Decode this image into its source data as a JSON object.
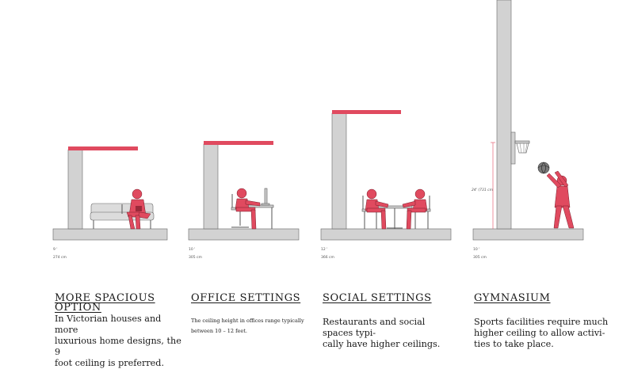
{
  "colors": {
    "accent": "#e04a5f",
    "wall": "#d2d2d2",
    "wall_stroke": "#666666",
    "sofa": "#dcdcdc",
    "figure": "#e04a5f",
    "figure_stroke": "#7a1f2c"
  },
  "panels": [
    {
      "id": "home",
      "height_ft": "9 '",
      "height_cm": "274 cm",
      "heading": "More spacious option",
      "heading_line1": "More spacious",
      "heading_line2": "option",
      "description": "In Victorian houses and more luxurious home designs, the 9 foot ceiling is preferred.",
      "desc_lines": [
        "In Victorian houses and more",
        "luxurious home designs, the 9",
        "foot ceiling is preferred."
      ]
    },
    {
      "id": "office",
      "height_ft": "10 '",
      "height_cm": "305 cm",
      "heading": "Office settings",
      "description": "The ceiling height in offices range typically between 10 – 12 feet.",
      "desc_lines": [
        "The ceiling height in offices range typically",
        "between 10 – 12 feet."
      ]
    },
    {
      "id": "social",
      "height_ft": "12 '",
      "height_cm": "366 cm",
      "heading": "Social settings",
      "description": "Restaurants and social spaces typically have higher ceilings.",
      "desc_lines": [
        "Restaurants and social spaces typi-",
        "cally have higher ceilings."
      ]
    },
    {
      "id": "gym",
      "height_ft": "10 '",
      "height_cm": "305 cm",
      "hoop_label": "24' (731 cm",
      "heading": "Gymnasium",
      "description": "Sports facilities require much higher ceiling to allow activities to take place.",
      "desc_lines": [
        "Sports facilities require much",
        "higher ceiling to allow activi-",
        "ties to take place."
      ]
    }
  ]
}
